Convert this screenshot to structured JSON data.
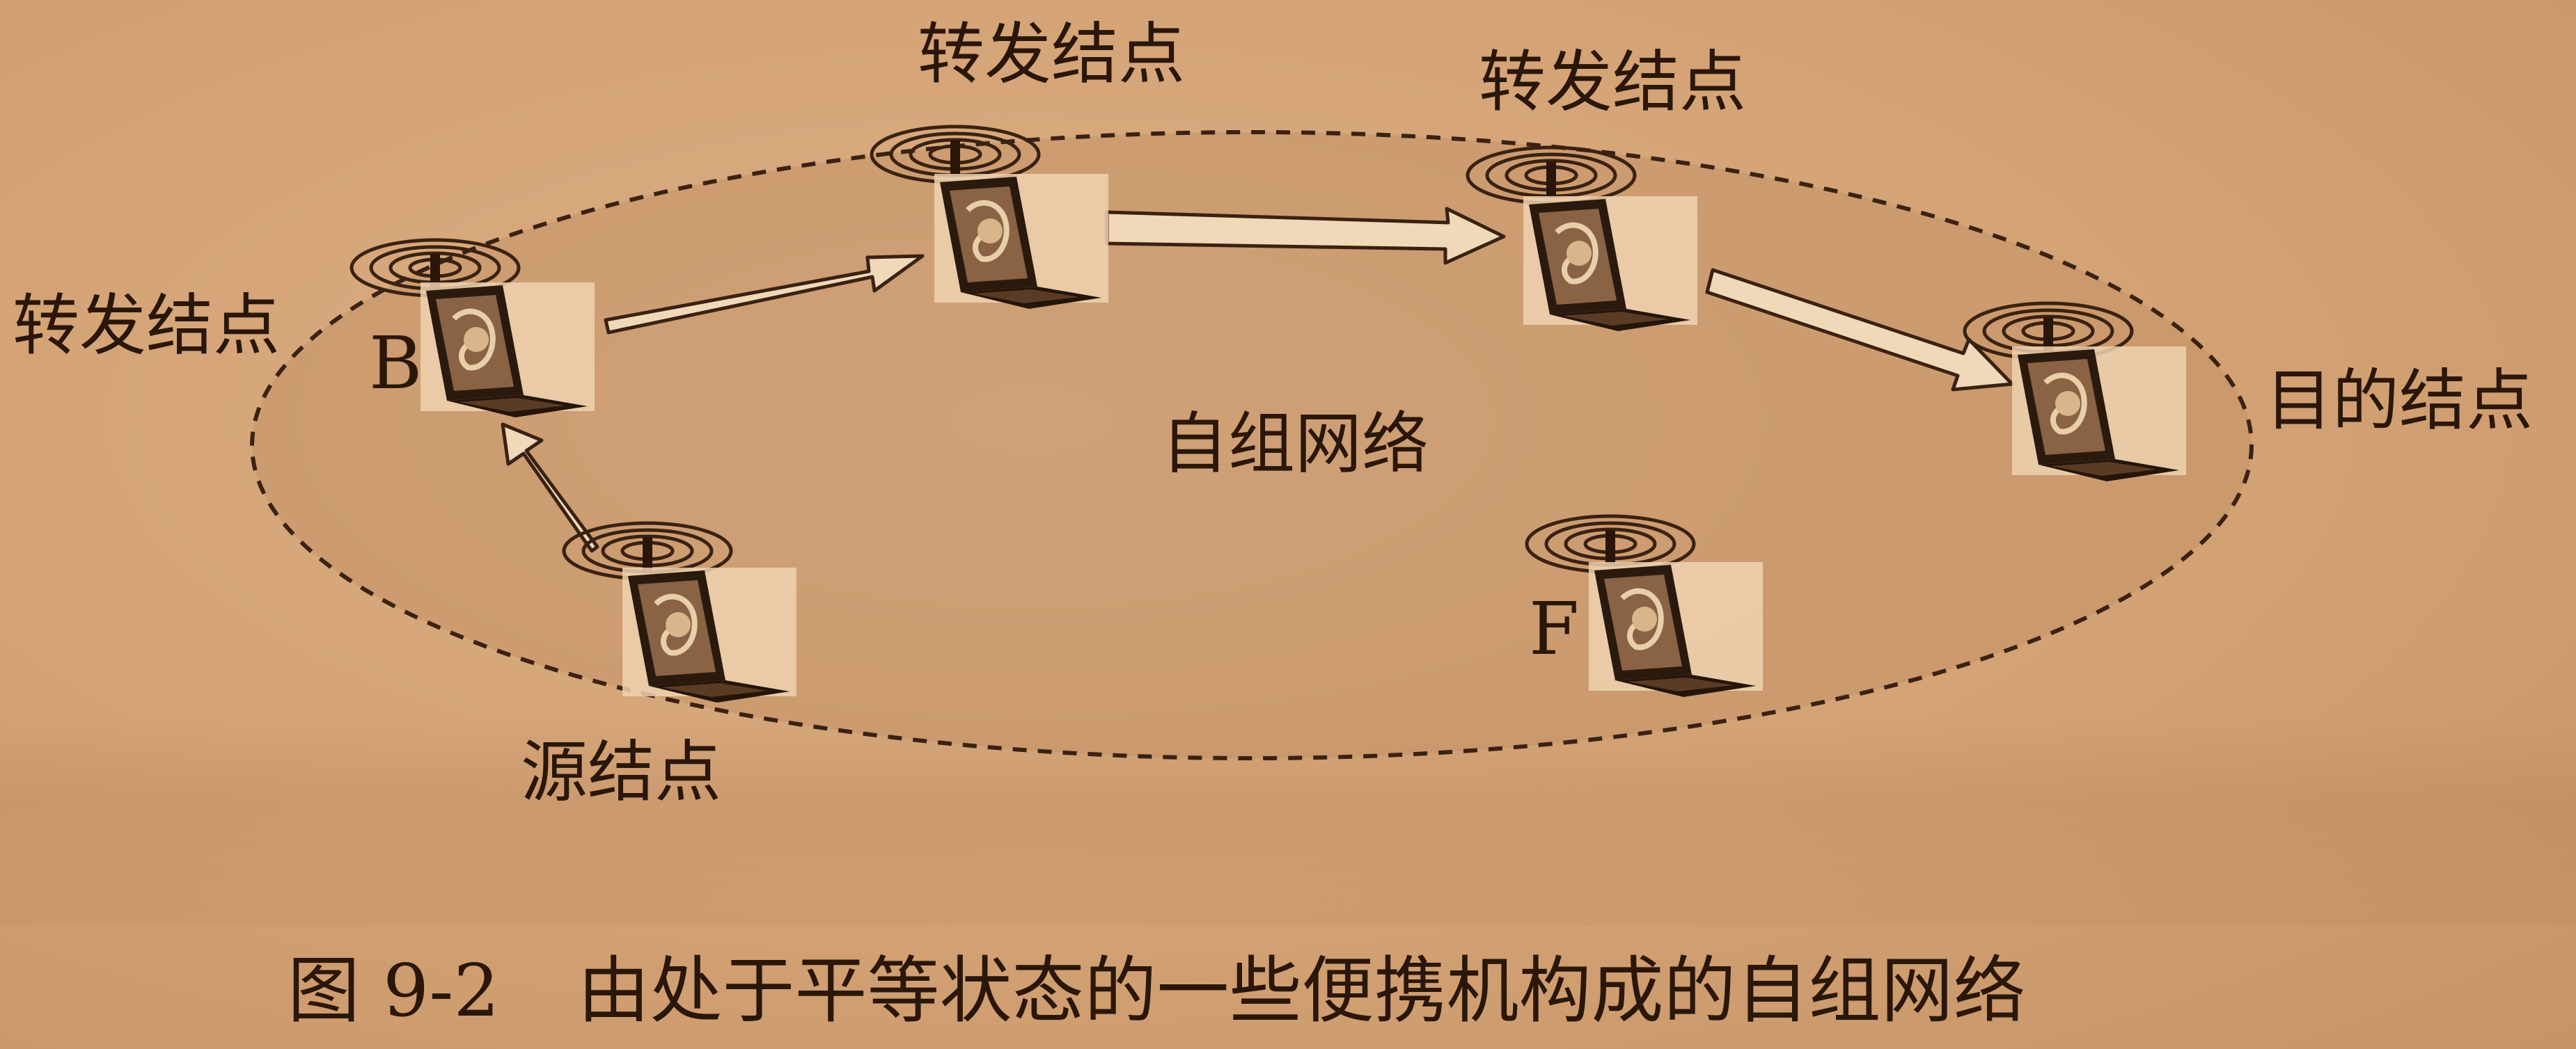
{
  "diagram": {
    "network_label": "自组网络",
    "nodes": {
      "forward_top_left": "转发结点",
      "forward_top_right": "转发结点",
      "forward_b": "转发结点",
      "destination": "目的结点",
      "source": "源结点"
    },
    "letters": {
      "b": "B",
      "f": "F"
    }
  },
  "caption": {
    "number": "图 9-2",
    "text": "由处于平等状态的一些便携机构成的自组网络"
  }
}
